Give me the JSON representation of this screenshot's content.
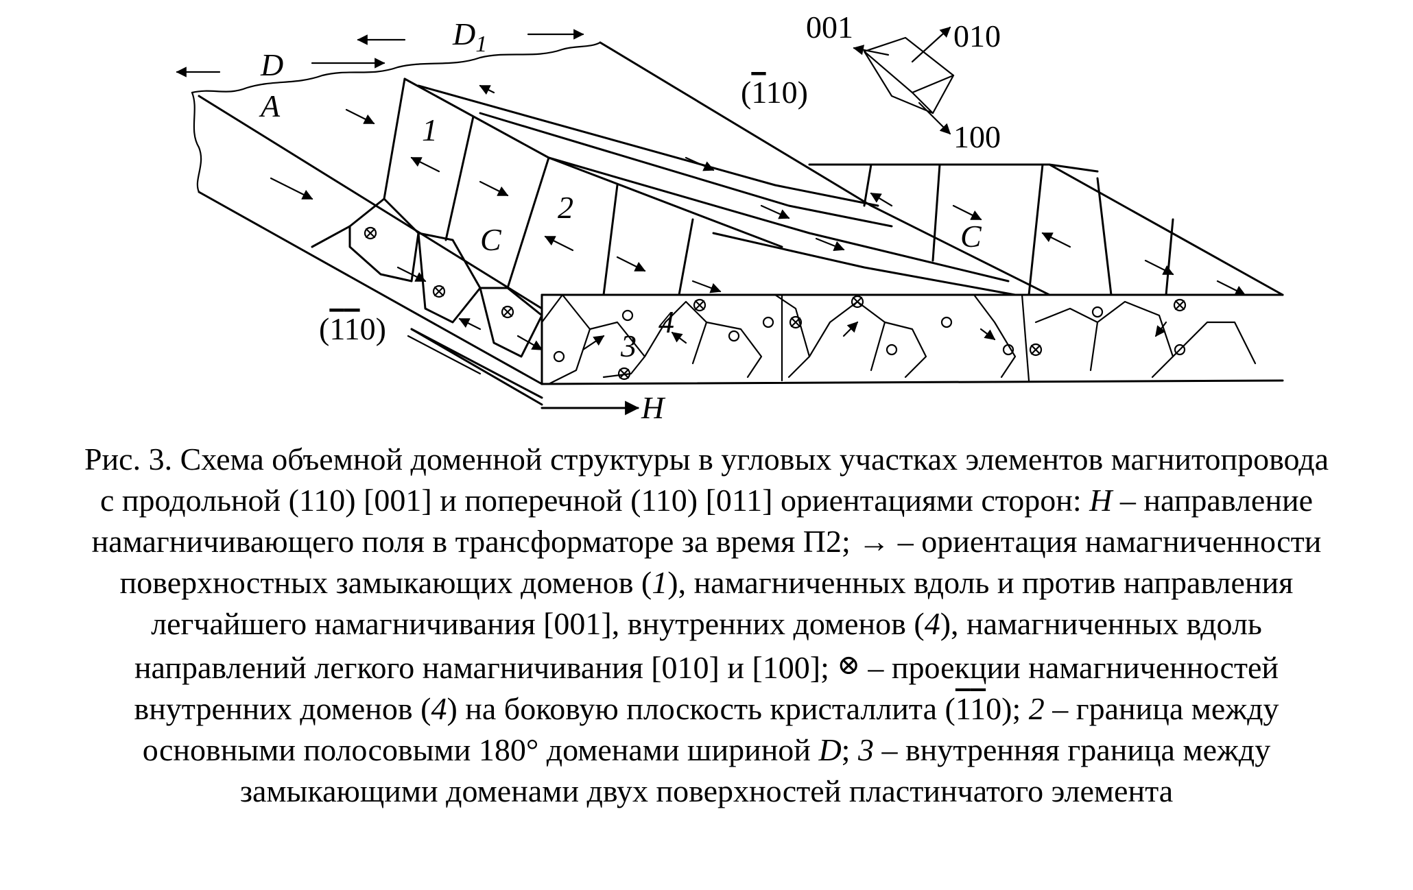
{
  "figure": {
    "labels": {
      "d": "D",
      "d1": "D",
      "d1_sub": "1",
      "a": "A",
      "one": "1",
      "two": "2",
      "three": "3",
      "four": "4",
      "c_left": "C",
      "c_right": "C",
      "h": "H",
      "axis_001": "001",
      "axis_010": "010",
      "axis_100": "100",
      "plane_top_open": "(",
      "plane_top_bar": "1",
      "plane_top_rest": "10)",
      "plane_side_open": "(",
      "plane_side_bar1": "1",
      "plane_side_bar2": "1",
      "plane_side_rest": "0)"
    }
  },
  "caption": {
    "l1": "Рис. 3. Схема объемной доменной структуры в угловых участках элементов магнитопровода",
    "l2a": "с продольной (110) [001] и поперечной (110) [011] ориентациями сторон: ",
    "l2_h": "H",
    "l2b": " – направление",
    "l3": "намагничивающего поля в трансформаторе за время П2; → – ориентация намагниченности",
    "l4a": "поверхностных замыкающих доменов (",
    "l4_num": "1",
    "l4b": "), намагниченных вдоль и против направления",
    "l5a": "легчайшего намагничивания [001], внутренних доменов (",
    "l5_num": "4",
    "l5b": "), намагниченных вдоль",
    "l6a": "направлений легкого намагничивания [010] и [100]; ",
    "l6_sym": "⊗",
    "l6b": " – проекции намагниченностей",
    "l7a": "внутренних доменов (",
    "l7_num": "4",
    "l7b": ") на боковую плоскость кристаллита ",
    "l7_open": "(",
    "l7_bar1": "1",
    "l7_bar2": "1",
    "l7_zero": "0",
    "l7_close": ")",
    "l7c": "; ",
    "l7_num2": "2",
    "l7d": " – граница между",
    "l8a": "основными полосовыми 180° доменами шириной ",
    "l8_d": "D",
    "l8b": "; ",
    "l8_num": "3",
    "l8c": " – внутренняя граница между",
    "l9": "замыкающими доменами двух поверхностей пластинчатого элемента"
  }
}
